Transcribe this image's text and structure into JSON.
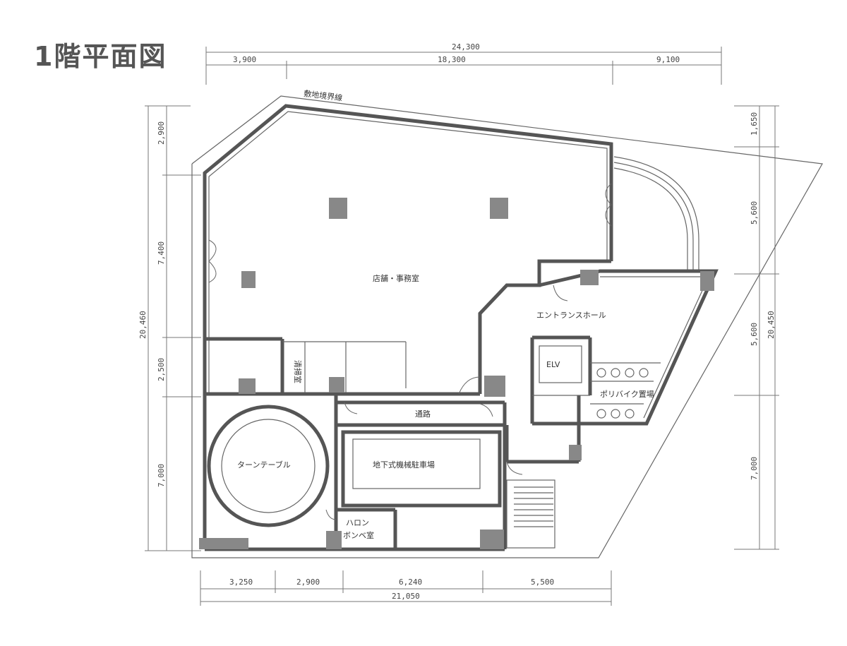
{
  "title": "1階平面図",
  "dimensions": {
    "top_total": "24,300",
    "top_left": "3,900",
    "top_mid": "18,300",
    "top_right": "9,100",
    "left_1": "2,900",
    "left_2": "7,400",
    "left_total": "20,460",
    "left_3": "2,500",
    "left_4": "7,000",
    "right_1": "1,650",
    "right_2": "5,600",
    "right_3": "5,600",
    "right_total": "20,450",
    "right_4": "7,000",
    "bottom_1": "3,250",
    "bottom_2": "2,900",
    "bottom_3": "6,240",
    "bottom_4": "5,500",
    "bottom_total": "21,050"
  },
  "rooms": {
    "boundary": "敷地境界線",
    "office": "店舗・事務室",
    "entrance": "エントランスホール",
    "elevator": "ELV",
    "polybike": "ポリバイク置場",
    "corridor": "通路",
    "turntable": "ターンテーブル",
    "parking": "地下式機械駐車場",
    "halon": "ハロン",
    "halon2": "ボンベ室",
    "small_room": "清掃室"
  }
}
